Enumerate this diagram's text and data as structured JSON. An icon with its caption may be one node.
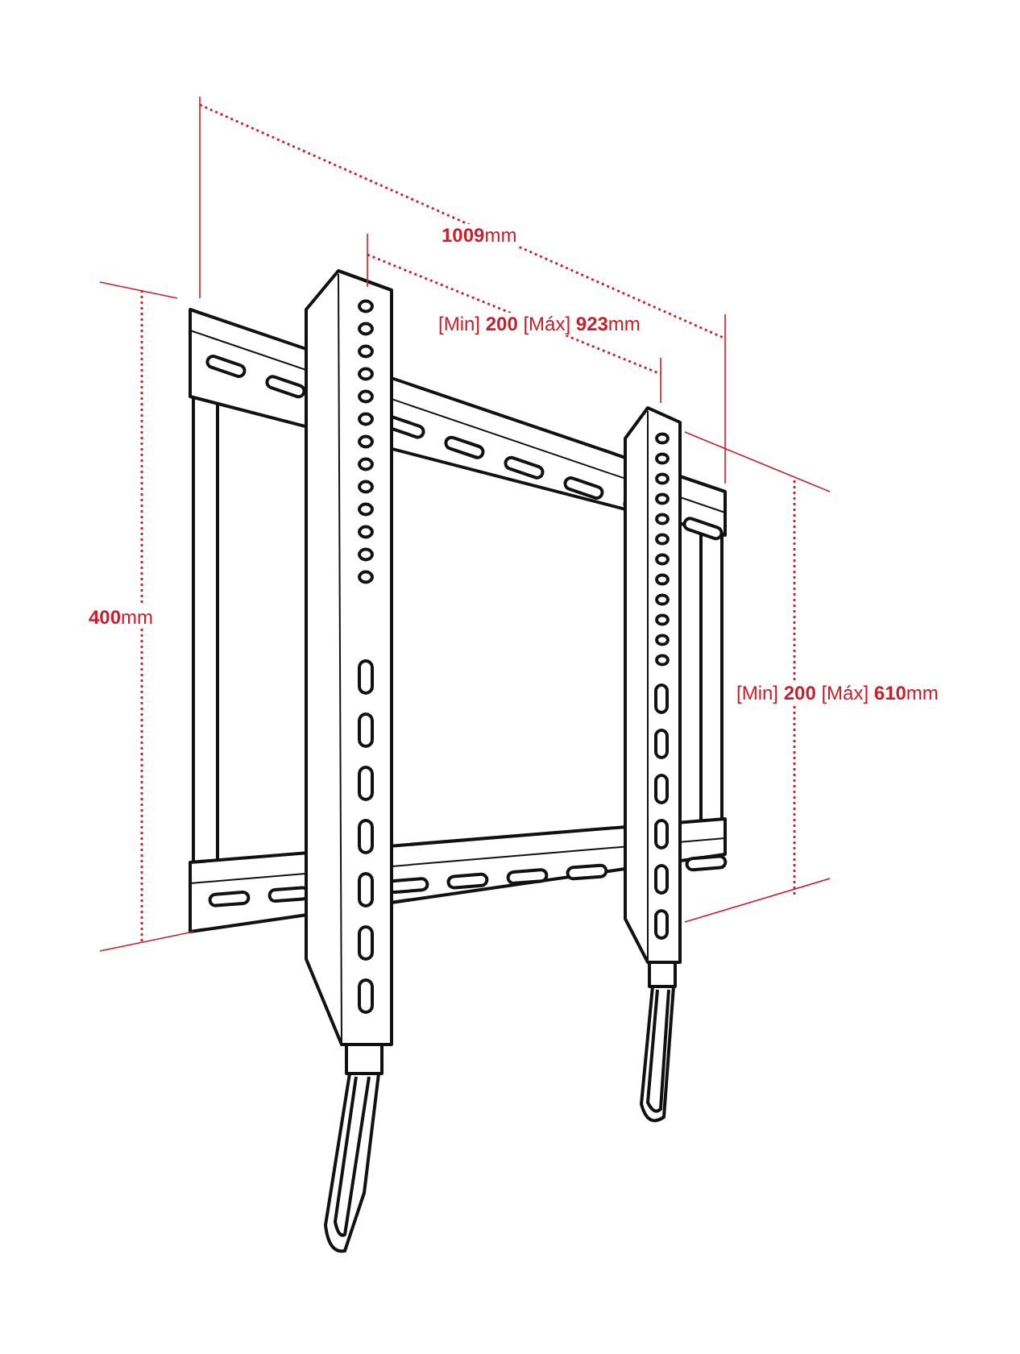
{
  "diagram": {
    "labels": [
      "**1009**mm",
      "[Min] **200** [Máx] **923**mm",
      "**400**mm",
      "[Min] **200** [Máx] **610**mm"
    ]
  }
}
